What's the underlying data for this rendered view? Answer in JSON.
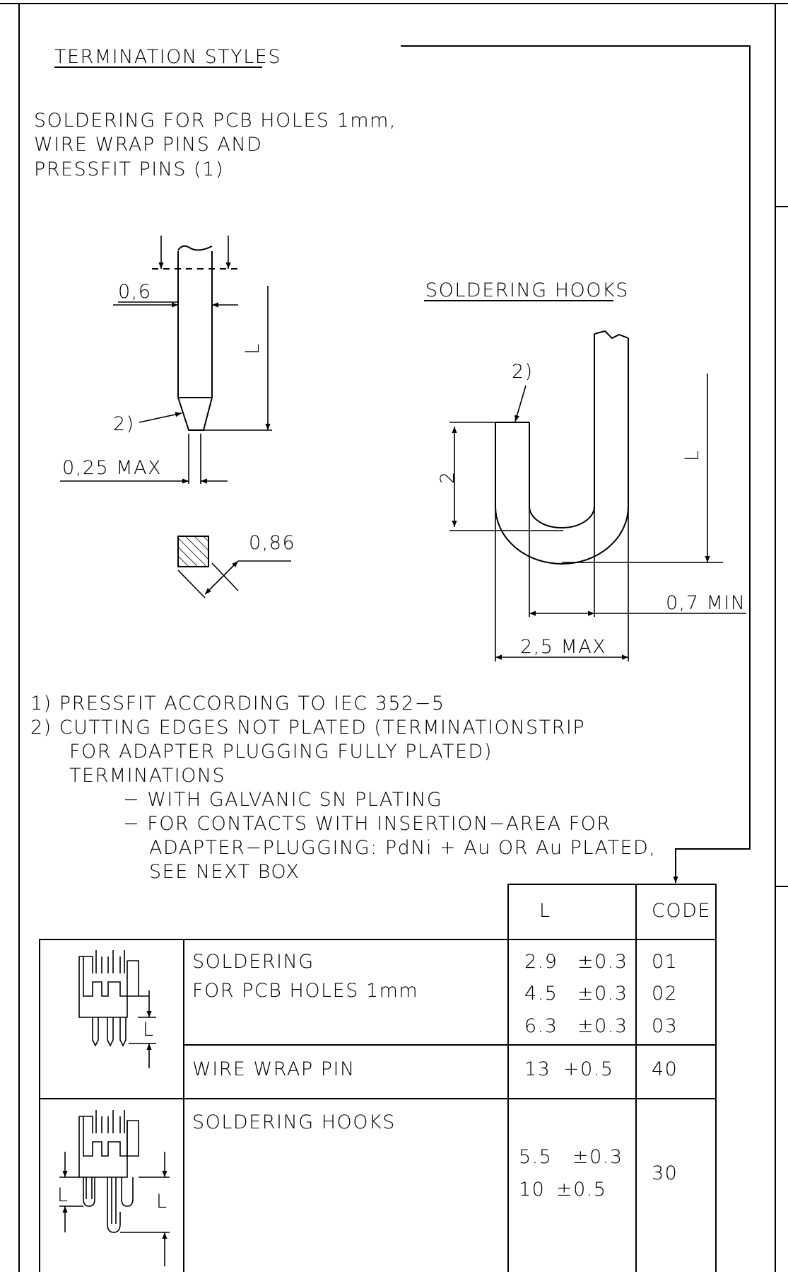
{
  "title": "TERMINATION STYLES",
  "intro": [
    "SOLDERING FOR PCB HOLES 1mm,",
    "WIRE WRAP PINS AND",
    "PRESSFIT PINS (1)"
  ],
  "pin_dims": {
    "width": "0,6",
    "tip": "0,25 MAX",
    "square": "0,86",
    "length": "L",
    "note": "2)"
  },
  "hooks": {
    "title": "SOLDERING HOOKS",
    "note": "2)",
    "height": "2",
    "length": "L",
    "min": "0,7 MIN",
    "max": "2,5 MAX"
  },
  "notes": [
    "1) PRESSFIT ACCORDING TO IEC 352−5",
    "2) CUTTING EDGES NOT PLATED (TERMINATIONSTRIP",
    "FOR ADAPTER PLUGGING FULLY PLATED)",
    "TERMINATIONS",
    "− WITH GALVANIC SN PLATING",
    "− FOR CONTACTS WITH INSERTION−AREA FOR",
    "ADAPTER−PLUGGING: PdNi + Au OR Au PLATED,",
    "SEE NEXT BOX"
  ],
  "table": {
    "headers": {
      "l": "L",
      "code": "CODE"
    },
    "rows": [
      {
        "desc": [
          "SOLDERING",
          "FOR PCB HOLES 1mm"
        ],
        "lengths": [
          [
            "2.9",
            "±0.3"
          ],
          [
            "4.5",
            "±0.3"
          ],
          [
            "6.3",
            "±0.3"
          ]
        ],
        "codes": [
          "01",
          "02",
          "03"
        ]
      },
      {
        "desc": [
          "WIRE WRAP PIN"
        ],
        "lengths": [
          [
            "13",
            "+0.5"
          ]
        ],
        "codes": [
          "40"
        ]
      },
      {
        "desc": [
          "SOLDERING HOOKS"
        ],
        "lengths": [
          [
            "5.5",
            "±0.3"
          ],
          [
            "10",
            "±0.5"
          ]
        ],
        "codes": [
          "30"
        ]
      }
    ],
    "icon_labels": {
      "row1_l": "L",
      "row3_l_left": "L",
      "row3_l_right": "L"
    }
  }
}
